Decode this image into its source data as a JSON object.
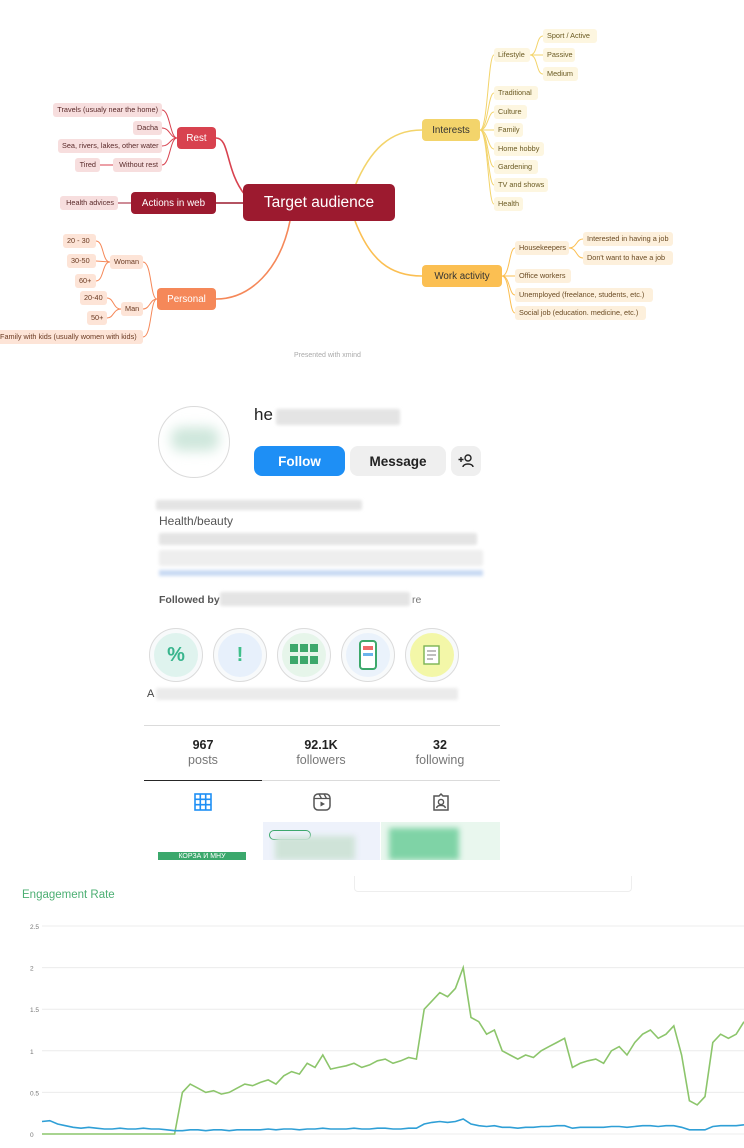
{
  "mindmap": {
    "central": "Target audience",
    "watermark": "Presented with xmind",
    "rest": {
      "label": "Rest",
      "items": [
        "Travels (usualy near the home)",
        "Dacha",
        "Sea, rivers, lakes, other water",
        "Without rest"
      ],
      "sub_tired": "Tired"
    },
    "web": {
      "label": "Actions in web",
      "items": [
        "Health advices"
      ]
    },
    "personal": {
      "label": "Personal",
      "woman": {
        "label": "Woman",
        "items": [
          "20 - 30",
          "30-50",
          "60+"
        ]
      },
      "man": {
        "label": "Man",
        "items": [
          "20-40",
          "50+"
        ]
      },
      "family": "Family with kids (usually women with kids)"
    },
    "interests": {
      "label": "Interests",
      "lifestyle": {
        "label": "Lifestyle",
        "items": [
          "Sport / Active",
          "Passive",
          "Medium"
        ]
      },
      "items": [
        "Traditional",
        "Culture",
        "Family",
        "Home hobby",
        "Gardening",
        "TV and shows",
        "Health"
      ]
    },
    "work": {
      "label": "Work activity",
      "housekeepers": {
        "label": "Housekeepers",
        "items": [
          "Interested in having a job",
          "Don't want to have a job"
        ]
      },
      "items": [
        "Office workers",
        "Unemployed (freelance, students, etc.)",
        "Social job (education. medicine, etc.)"
      ]
    }
  },
  "profile": {
    "username_prefix": "he",
    "follow_label": "Follow",
    "message_label": "Message",
    "add_user_icon": "add-user-icon",
    "category": "Health/beauty",
    "followed_by_label": "Followed by",
    "followed_by_tail": "re",
    "highlight_first_letter": "A",
    "stats": [
      {
        "num": "967",
        "label": "posts"
      },
      {
        "num": "92.1K",
        "label": "followers"
      },
      {
        "num": "32",
        "label": "following"
      }
    ],
    "tabs": [
      "grid-icon",
      "reels-icon",
      "tagged-icon"
    ],
    "thumb_text": "КОРЗА И МНУ",
    "accent": "#1e8ff5"
  },
  "chart_data": {
    "type": "line",
    "title": "Engagement Rate",
    "ylim": [
      0,
      2.5
    ],
    "yticks": [
      "0",
      "0.5",
      "1",
      "1.5",
      "2",
      "2.5"
    ],
    "grid": true,
    "series": [
      {
        "color": "#8cc56b",
        "values": [
          0,
          0,
          0,
          0,
          0,
          0,
          0,
          0,
          0,
          0,
          0,
          0,
          0,
          0,
          0,
          0,
          0,
          0,
          0.5,
          0.6,
          0.55,
          0.5,
          0.52,
          0.48,
          0.5,
          0.55,
          0.6,
          0.58,
          0.62,
          0.65,
          0.6,
          0.7,
          0.75,
          0.72,
          0.85,
          0.8,
          0.95,
          0.78,
          0.8,
          0.82,
          0.85,
          0.8,
          0.83,
          0.88,
          0.9,
          0.85,
          0.88,
          0.92,
          0.9,
          1.5,
          1.6,
          1.7,
          1.65,
          1.75,
          2.0,
          1.4,
          1.35,
          1.2,
          1.25,
          1.0,
          0.95,
          0.9,
          0.95,
          0.92,
          1.0,
          1.05,
          1.1,
          1.15,
          0.8,
          0.85,
          0.88,
          0.9,
          0.85,
          1.0,
          1.05,
          0.95,
          1.1,
          1.2,
          1.25,
          1.15,
          1.2,
          1.3,
          0.95,
          0.4,
          0.35,
          0.45,
          1.1,
          1.2,
          1.15,
          1.2,
          1.35
        ]
      },
      {
        "color": "#2f9fd6",
        "values": [
          0.15,
          0.16,
          0.12,
          0.1,
          0.08,
          0.07,
          0.08,
          0.07,
          0.06,
          0.06,
          0.07,
          0.06,
          0.06,
          0.07,
          0.06,
          0.06,
          0.05,
          0.04,
          0.04,
          0.05,
          0.05,
          0.04,
          0.05,
          0.05,
          0.04,
          0.05,
          0.05,
          0.05,
          0.05,
          0.06,
          0.05,
          0.06,
          0.06,
          0.05,
          0.06,
          0.06,
          0.07,
          0.06,
          0.06,
          0.06,
          0.07,
          0.06,
          0.06,
          0.07,
          0.07,
          0.06,
          0.06,
          0.07,
          0.07,
          0.12,
          0.14,
          0.15,
          0.14,
          0.15,
          0.18,
          0.12,
          0.1,
          0.09,
          0.1,
          0.08,
          0.08,
          0.07,
          0.08,
          0.08,
          0.09,
          0.09,
          0.1,
          0.1,
          0.07,
          0.08,
          0.08,
          0.08,
          0.08,
          0.09,
          0.09,
          0.08,
          0.09,
          0.1,
          0.1,
          0.09,
          0.1,
          0.1,
          0.08,
          0.05,
          0.05,
          0.05,
          0.09,
          0.1,
          0.1,
          0.1,
          0.11
        ]
      }
    ]
  }
}
